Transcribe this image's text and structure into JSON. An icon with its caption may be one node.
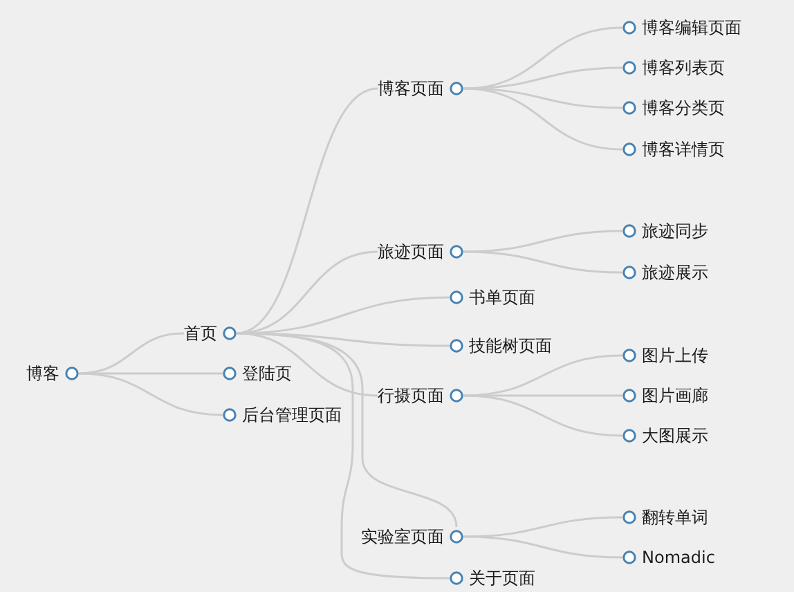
{
  "diagram": {
    "nodes": [
      {
        "text": [
          "博客"
        ]
      },
      {
        "text": [
          "首页"
        ]
      },
      {
        "text": [
          "登陆页"
        ]
      },
      {
        "text": [
          "后台管理页面"
        ]
      },
      {
        "text": [
          "博客页面"
        ]
      },
      {
        "text": [
          "旅迹页面"
        ]
      },
      {
        "text": [
          "书单页面"
        ]
      },
      {
        "text": [
          "技能树页面"
        ]
      },
      {
        "text": [
          "行摄页面"
        ]
      },
      {
        "text": [
          "实验室页面"
        ]
      },
      {
        "text": [
          "关于页面"
        ]
      },
      {
        "text": [
          "博客编辑页面"
        ]
      },
      {
        "text": [
          "博客列表页"
        ]
      },
      {
        "text": [
          "博客分类页"
        ]
      },
      {
        "text": [
          "博客详情页"
        ]
      },
      {
        "text": [
          "旅迹同步"
        ]
      },
      {
        "text": [
          "旅迹展示"
        ]
      },
      {
        "text": [
          "图片上传"
        ]
      },
      {
        "text": [
          "图片画廊"
        ]
      },
      {
        "text": [
          "大图展示"
        ]
      },
      {
        "text": [
          "翻转单词"
        ]
      },
      {
        "text": [
          "Nomadic"
        ]
      }
    ],
    "edges": [
      {
        "from": 0,
        "to": 1,
        "arrow": "none"
      },
      {
        "from": 0,
        "to": 2,
        "arrow": "none"
      },
      {
        "from": 0,
        "to": 3,
        "arrow": "none"
      },
      {
        "from": 1,
        "to": 4,
        "arrow": "none"
      },
      {
        "from": 1,
        "to": 5,
        "arrow": "none"
      },
      {
        "from": 1,
        "to": 6,
        "arrow": "none"
      },
      {
        "from": 1,
        "to": 7,
        "arrow": "none"
      },
      {
        "from": 1,
        "to": 8,
        "arrow": "none"
      },
      {
        "from": 1,
        "to": 9,
        "arrow": "none"
      },
      {
        "from": 1,
        "to": 10,
        "arrow": "none"
      },
      {
        "from": 4,
        "to": 11,
        "arrow": "none"
      },
      {
        "from": 4,
        "to": 12,
        "arrow": "none"
      },
      {
        "from": 4,
        "to": 13,
        "arrow": "none"
      },
      {
        "from": 4,
        "to": 14,
        "arrow": "none"
      },
      {
        "from": 5,
        "to": 15,
        "arrow": "none"
      },
      {
        "from": 5,
        "to": 16,
        "arrow": "none"
      },
      {
        "from": 8,
        "to": 17,
        "arrow": "none"
      },
      {
        "from": 8,
        "to": 18,
        "arrow": "none"
      },
      {
        "from": 8,
        "to": 19,
        "arrow": "none"
      },
      {
        "from": 9,
        "to": 20,
        "arrow": "none"
      },
      {
        "from": 9,
        "to": 21,
        "arrow": "none"
      }
    ]
  }
}
